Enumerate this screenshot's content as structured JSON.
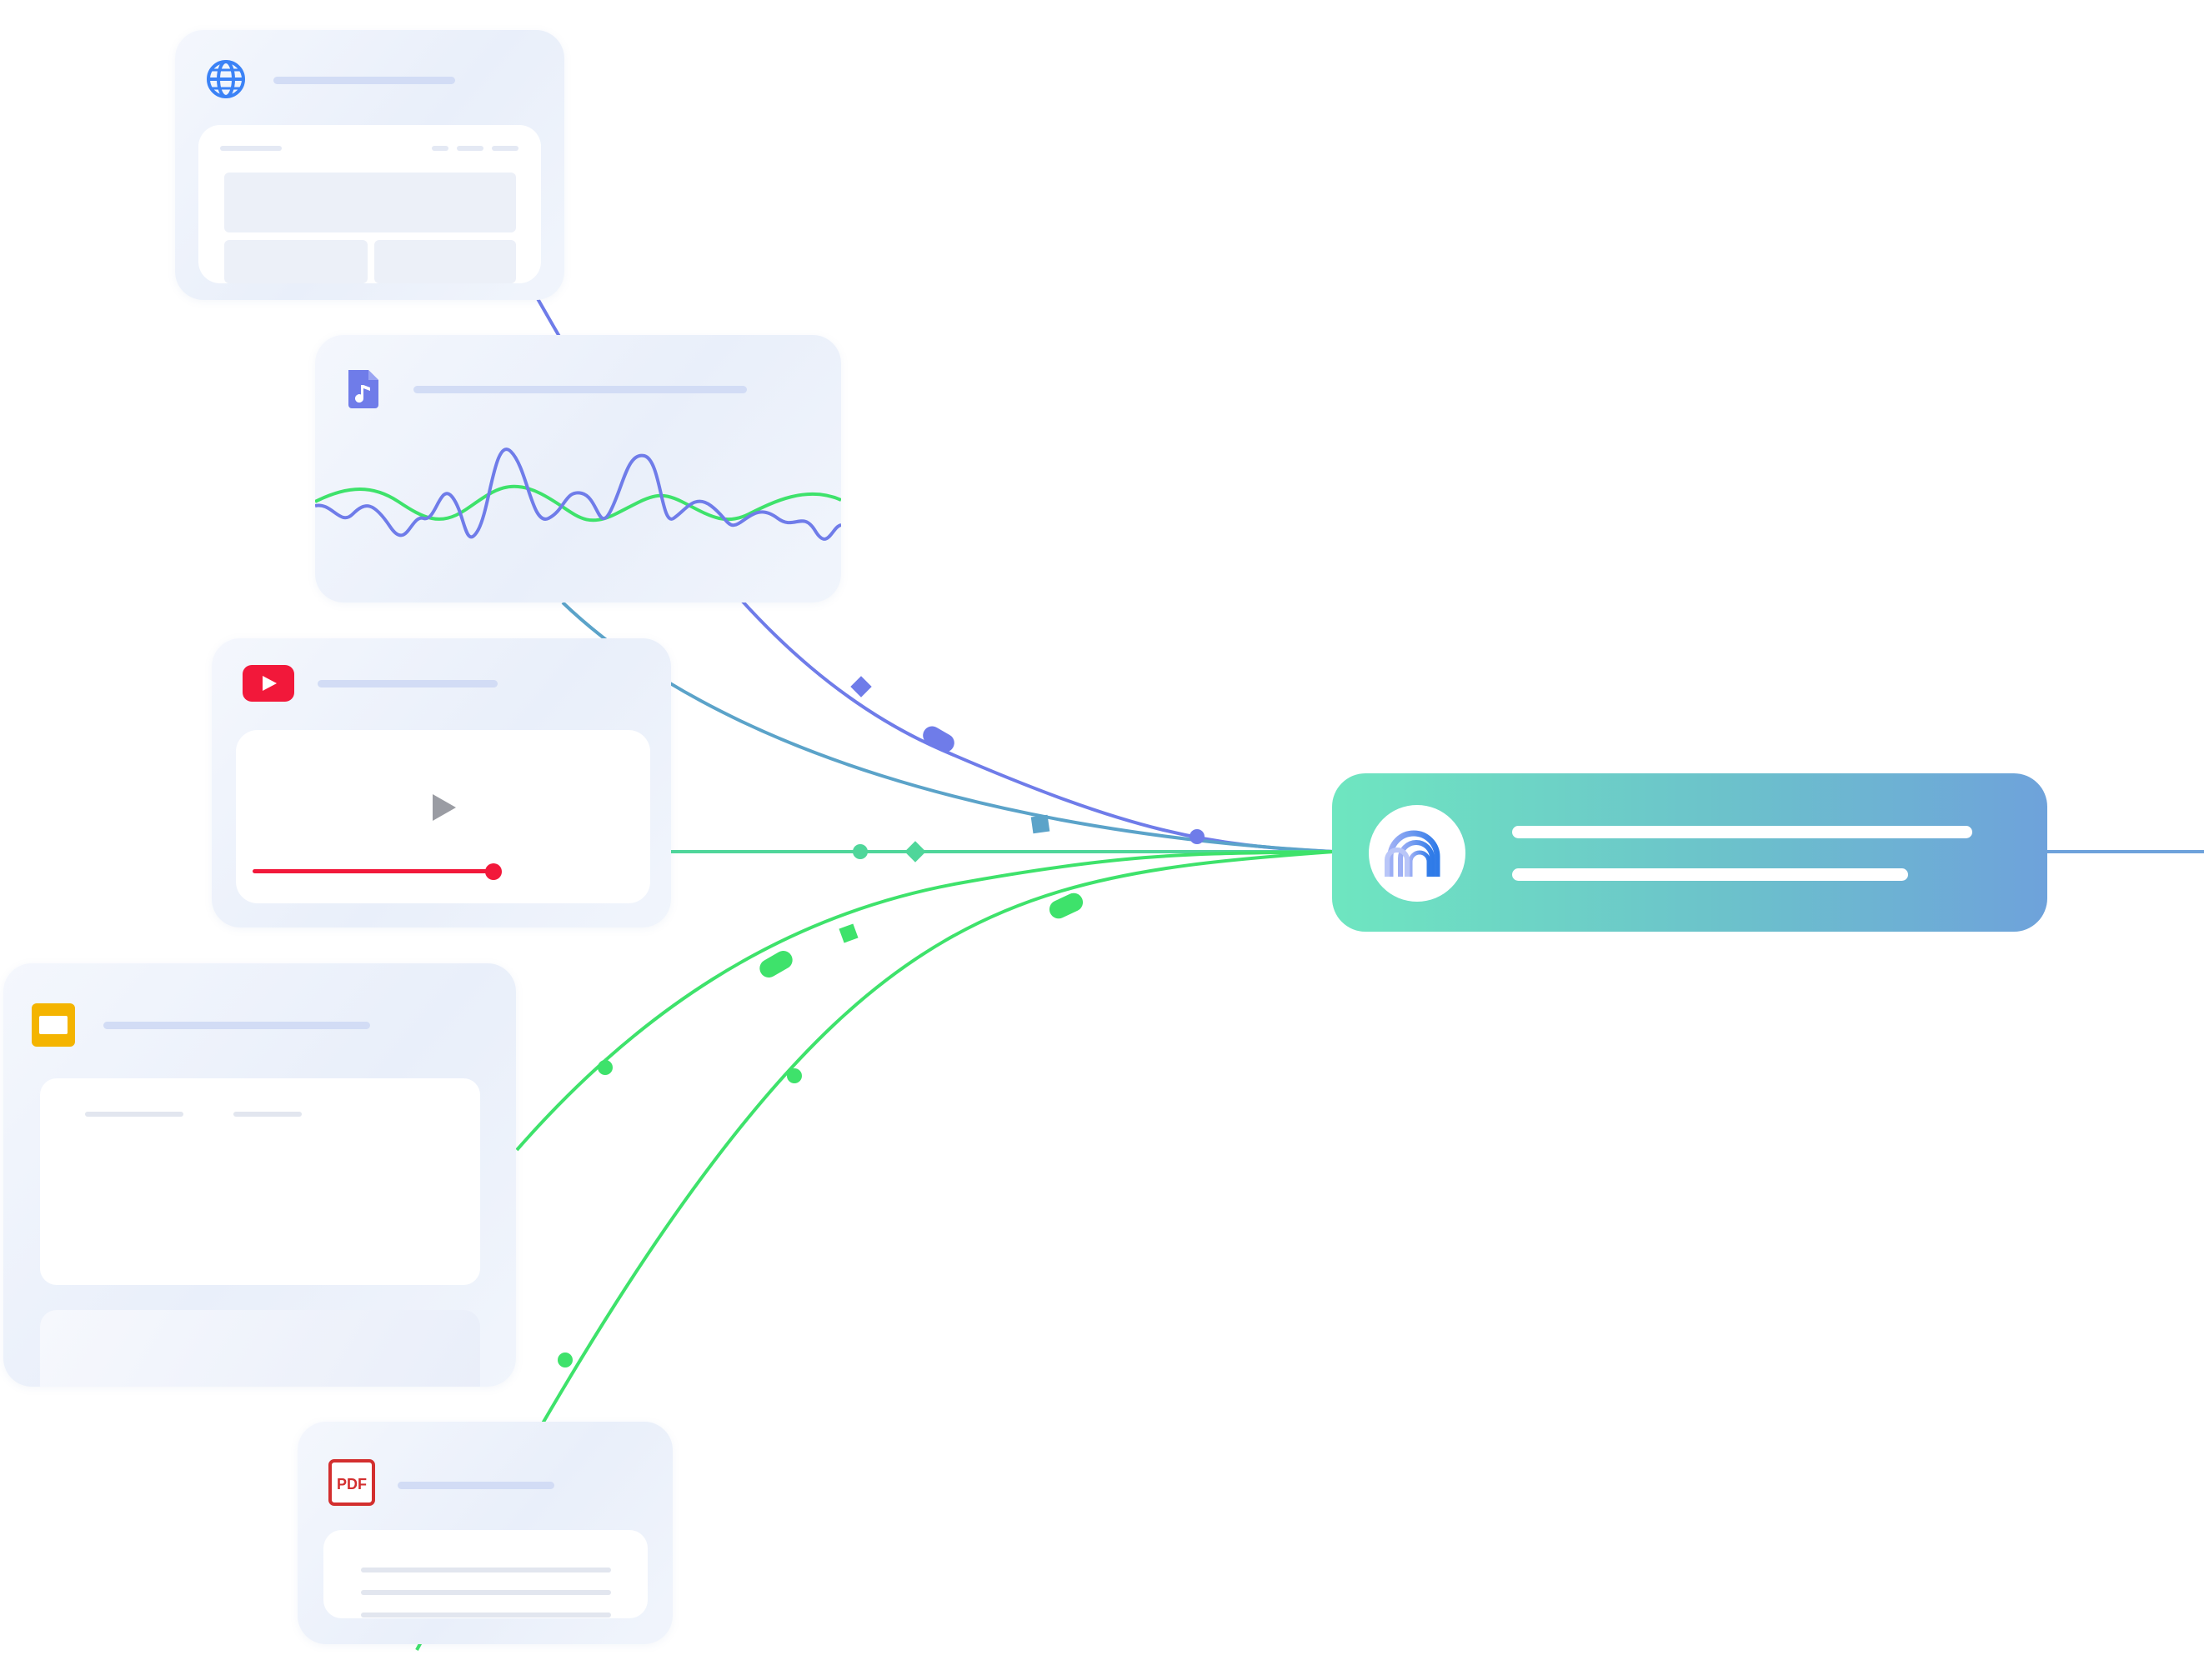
{
  "diagram": {
    "colors": {
      "web": "#6f7ce9",
      "audio": "#6f7ce9",
      "video": "#5ba3c9",
      "youtube_red": "#f2183a",
      "slides_yellow": "#f4b400",
      "pdf_red": "#d32f2f",
      "green": "#3ee26b",
      "hub_start": "#6ee6c0",
      "hub_end": "#6ea2db"
    },
    "sources": [
      {
        "id": "web",
        "icon": "globe-icon"
      },
      {
        "id": "audio",
        "icon": "audio-file-icon"
      },
      {
        "id": "video",
        "icon": "youtube-icon"
      },
      {
        "id": "slides",
        "icon": "slides-icon"
      },
      {
        "id": "pdf",
        "icon": "pdf-icon",
        "label": "PDF"
      }
    ],
    "hub": {
      "icon": "arch-logo-icon"
    }
  }
}
